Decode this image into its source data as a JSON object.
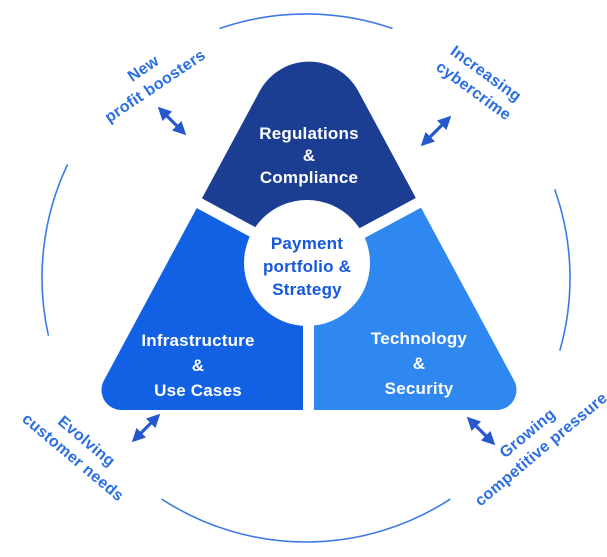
{
  "diagram": {
    "center": {
      "lines": [
        "Payment",
        "portfolio &",
        "Strategy"
      ],
      "text_color": "#1558DF"
    },
    "segments": {
      "top": {
        "lines": [
          "Regulations",
          "&",
          "Compliance"
        ],
        "color": "#1B3D92"
      },
      "bottom_left": {
        "lines": [
          "Infrastructure",
          "&",
          "Use Cases"
        ],
        "color": "#1261E4"
      },
      "bottom_right": {
        "lines": [
          "Technology",
          "&",
          "Security"
        ],
        "color": "#2F87F0"
      }
    },
    "external_factors": {
      "top_left": {
        "lines": [
          "New",
          "profit boosters"
        ]
      },
      "top_right": {
        "lines": [
          "Increasing",
          "cybercrime"
        ]
      },
      "bottom_left": {
        "lines": [
          "Evolving",
          "customer needs"
        ]
      },
      "bottom_right": {
        "lines": [
          "Growing",
          "competitive pressure"
        ]
      }
    },
    "colors": {
      "external_label_text": "#2B6EE2",
      "arrow": "#2558CE",
      "circle_arc": "#3D7AE8",
      "segment_text": "#FFFFFF",
      "center_background": "#FFFFFF"
    }
  }
}
